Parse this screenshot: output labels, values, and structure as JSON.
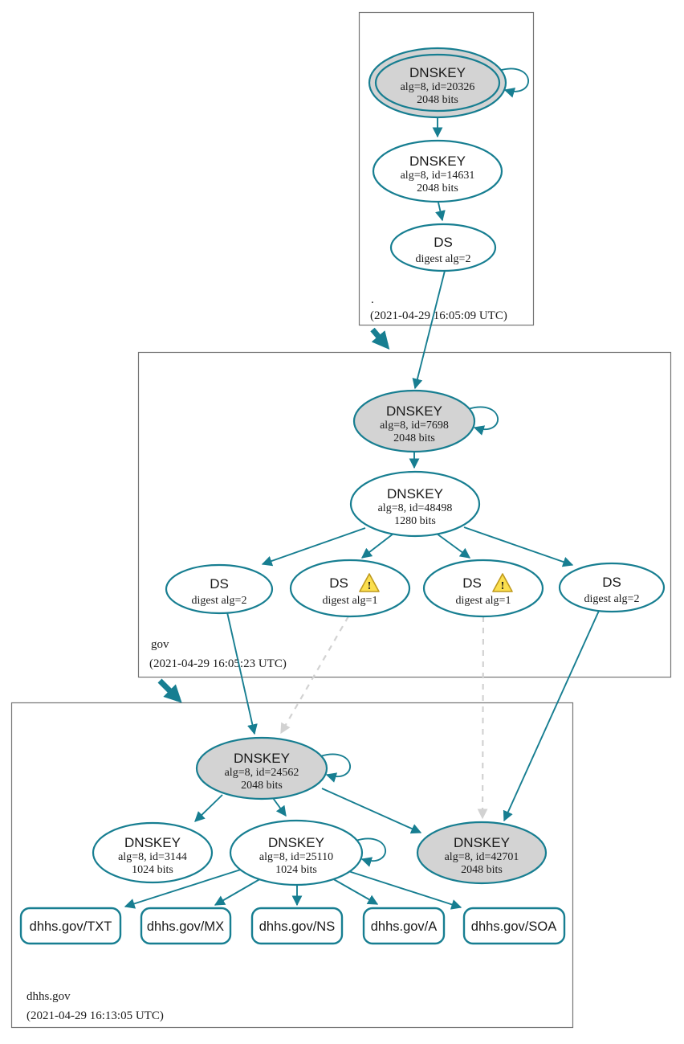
{
  "colors": {
    "edge": "#177e91",
    "gray": "#d3d3d3",
    "dash": "#d2d2d2",
    "box": "#757575",
    "warn-fill": "#fbdf4e",
    "warn-stroke": "#bf9a1e"
  },
  "zones": [
    {
      "name": ".",
      "timestamp": "(2021-04-29 16:05:09 UTC)"
    },
    {
      "name": "gov",
      "timestamp": "(2021-04-29 16:05:23 UTC)"
    },
    {
      "name": "dhhs.gov",
      "timestamp": "(2021-04-29 16:13:05 UTC)"
    }
  ],
  "nodes": {
    "root_ksk": {
      "type": "DNSKEY",
      "detail": "alg=8, id=20326",
      "bits": "2048 bits"
    },
    "root_zsk": {
      "type": "DNSKEY",
      "detail": "alg=8, id=14631",
      "bits": "2048 bits"
    },
    "root_ds": {
      "type": "DS",
      "detail": "digest alg=2"
    },
    "gov_ksk": {
      "type": "DNSKEY",
      "detail": "alg=8, id=7698",
      "bits": "2048 bits"
    },
    "gov_zsk": {
      "type": "DNSKEY",
      "detail": "alg=8, id=48498",
      "bits": "1280 bits"
    },
    "gov_ds_1": {
      "type": "DS",
      "detail": "digest alg=2"
    },
    "gov_ds_2": {
      "type": "DS",
      "detail": "digest alg=1",
      "warning": "!"
    },
    "gov_ds_3": {
      "type": "DS",
      "detail": "digest alg=1",
      "warning": "!"
    },
    "gov_ds_4": {
      "type": "DS",
      "detail": "digest alg=2"
    },
    "dhhs_ksk": {
      "type": "DNSKEY",
      "detail": "alg=8, id=24562",
      "bits": "2048 bits"
    },
    "dhhs_key_3144": {
      "type": "DNSKEY",
      "detail": "alg=8, id=3144",
      "bits": "1024 bits"
    },
    "dhhs_zsk": {
      "type": "DNSKEY",
      "detail": "alg=8, id=25110",
      "bits": "1024 bits"
    },
    "dhhs_key_42701": {
      "type": "DNSKEY",
      "detail": "alg=8, id=42701",
      "bits": "2048 bits"
    },
    "rrset_txt": {
      "label": "dhhs.gov/TXT"
    },
    "rrset_mx": {
      "label": "dhhs.gov/MX"
    },
    "rrset_ns": {
      "label": "dhhs.gov/NS"
    },
    "rrset_a": {
      "label": "dhhs.gov/A"
    },
    "rrset_soa": {
      "label": "dhhs.gov/SOA"
    }
  },
  "edges": [
    "root_ksk->root_ksk (self)",
    "root_ksk->root_zsk",
    "root_zsk->root_ds",
    "root_ds->gov_ksk",
    "root-zone->gov-zone (delegation)",
    "gov_ksk->gov_ksk (self)",
    "gov_ksk->gov_zsk",
    "gov_zsk->gov_ds_1",
    "gov_zsk->gov_ds_2",
    "gov_zsk->gov_ds_3",
    "gov_zsk->gov_ds_4",
    "gov_ds_1->dhhs_ksk",
    "gov_ds_2->dhhs_ksk (dashed)",
    "gov_ds_3->dhhs_key_42701 (dashed)",
    "gov_ds_4->dhhs_key_42701",
    "gov-zone->dhhs-zone (delegation)",
    "dhhs_ksk->dhhs_ksk (self)",
    "dhhs_ksk->dhhs_key_3144",
    "dhhs_ksk->dhhs_zsk",
    "dhhs_ksk->dhhs_key_42701",
    "dhhs_zsk->dhhs_zsk (self)",
    "dhhs_zsk->rrset_txt",
    "dhhs_zsk->rrset_mx",
    "dhhs_zsk->rrset_ns",
    "dhhs_zsk->rrset_a",
    "dhhs_zsk->rrset_soa"
  ]
}
